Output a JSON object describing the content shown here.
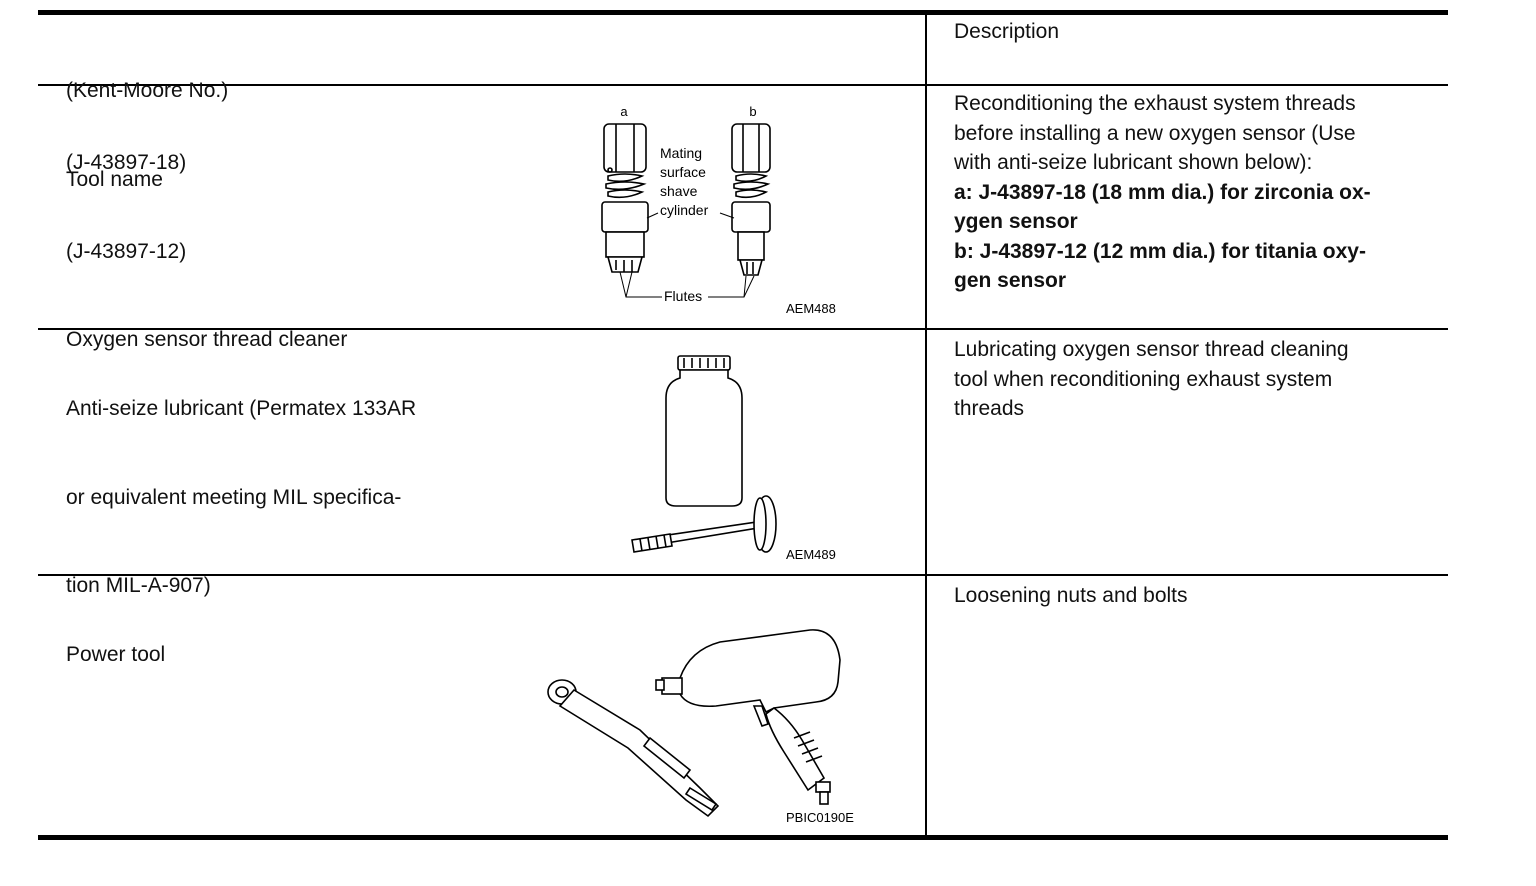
{
  "header": {
    "col1_line1": "(Kent-Moore No.)",
    "col1_line2": "Tool name",
    "col3": "Description"
  },
  "rows": [
    {
      "tool_lines": [
        "(J-43897-18)",
        "(J-43897-12)",
        "Oxygen sensor thread cleaner"
      ],
      "figure": {
        "code": "AEM488",
        "label_a": "a",
        "label_b": "b",
        "callout_lines": [
          "Mating",
          "surface",
          "shave",
          "cylinder"
        ],
        "flutes": "Flutes"
      },
      "desc_lines": [
        "Reconditioning the exhaust system threads",
        "before installing a new oxygen sensor (Use",
        "with anti-seize lubricant shown below):"
      ],
      "desc_bold_lines": [
        "a: J-43897-18 (18 mm dia.) for zirconia ox-",
        "ygen sensor",
        "b: J-43897-12 (12 mm dia.) for titania oxy-",
        "gen sensor"
      ]
    },
    {
      "tool_lines": [
        "Anti-seize lubricant (Permatex 133AR",
        "or equivalent meeting MIL specifica-",
        "tion MIL-A-907)"
      ],
      "figure": {
        "code": "AEM489"
      },
      "desc_lines": [
        "Lubricating oxygen sensor thread cleaning",
        "tool when reconditioning exhaust system",
        "threads"
      ]
    },
    {
      "tool_lines": [
        "Power tool"
      ],
      "figure": {
        "code": "PBIC0190E"
      },
      "desc_lines": [
        "Loosening nuts and bolts"
      ]
    }
  ]
}
